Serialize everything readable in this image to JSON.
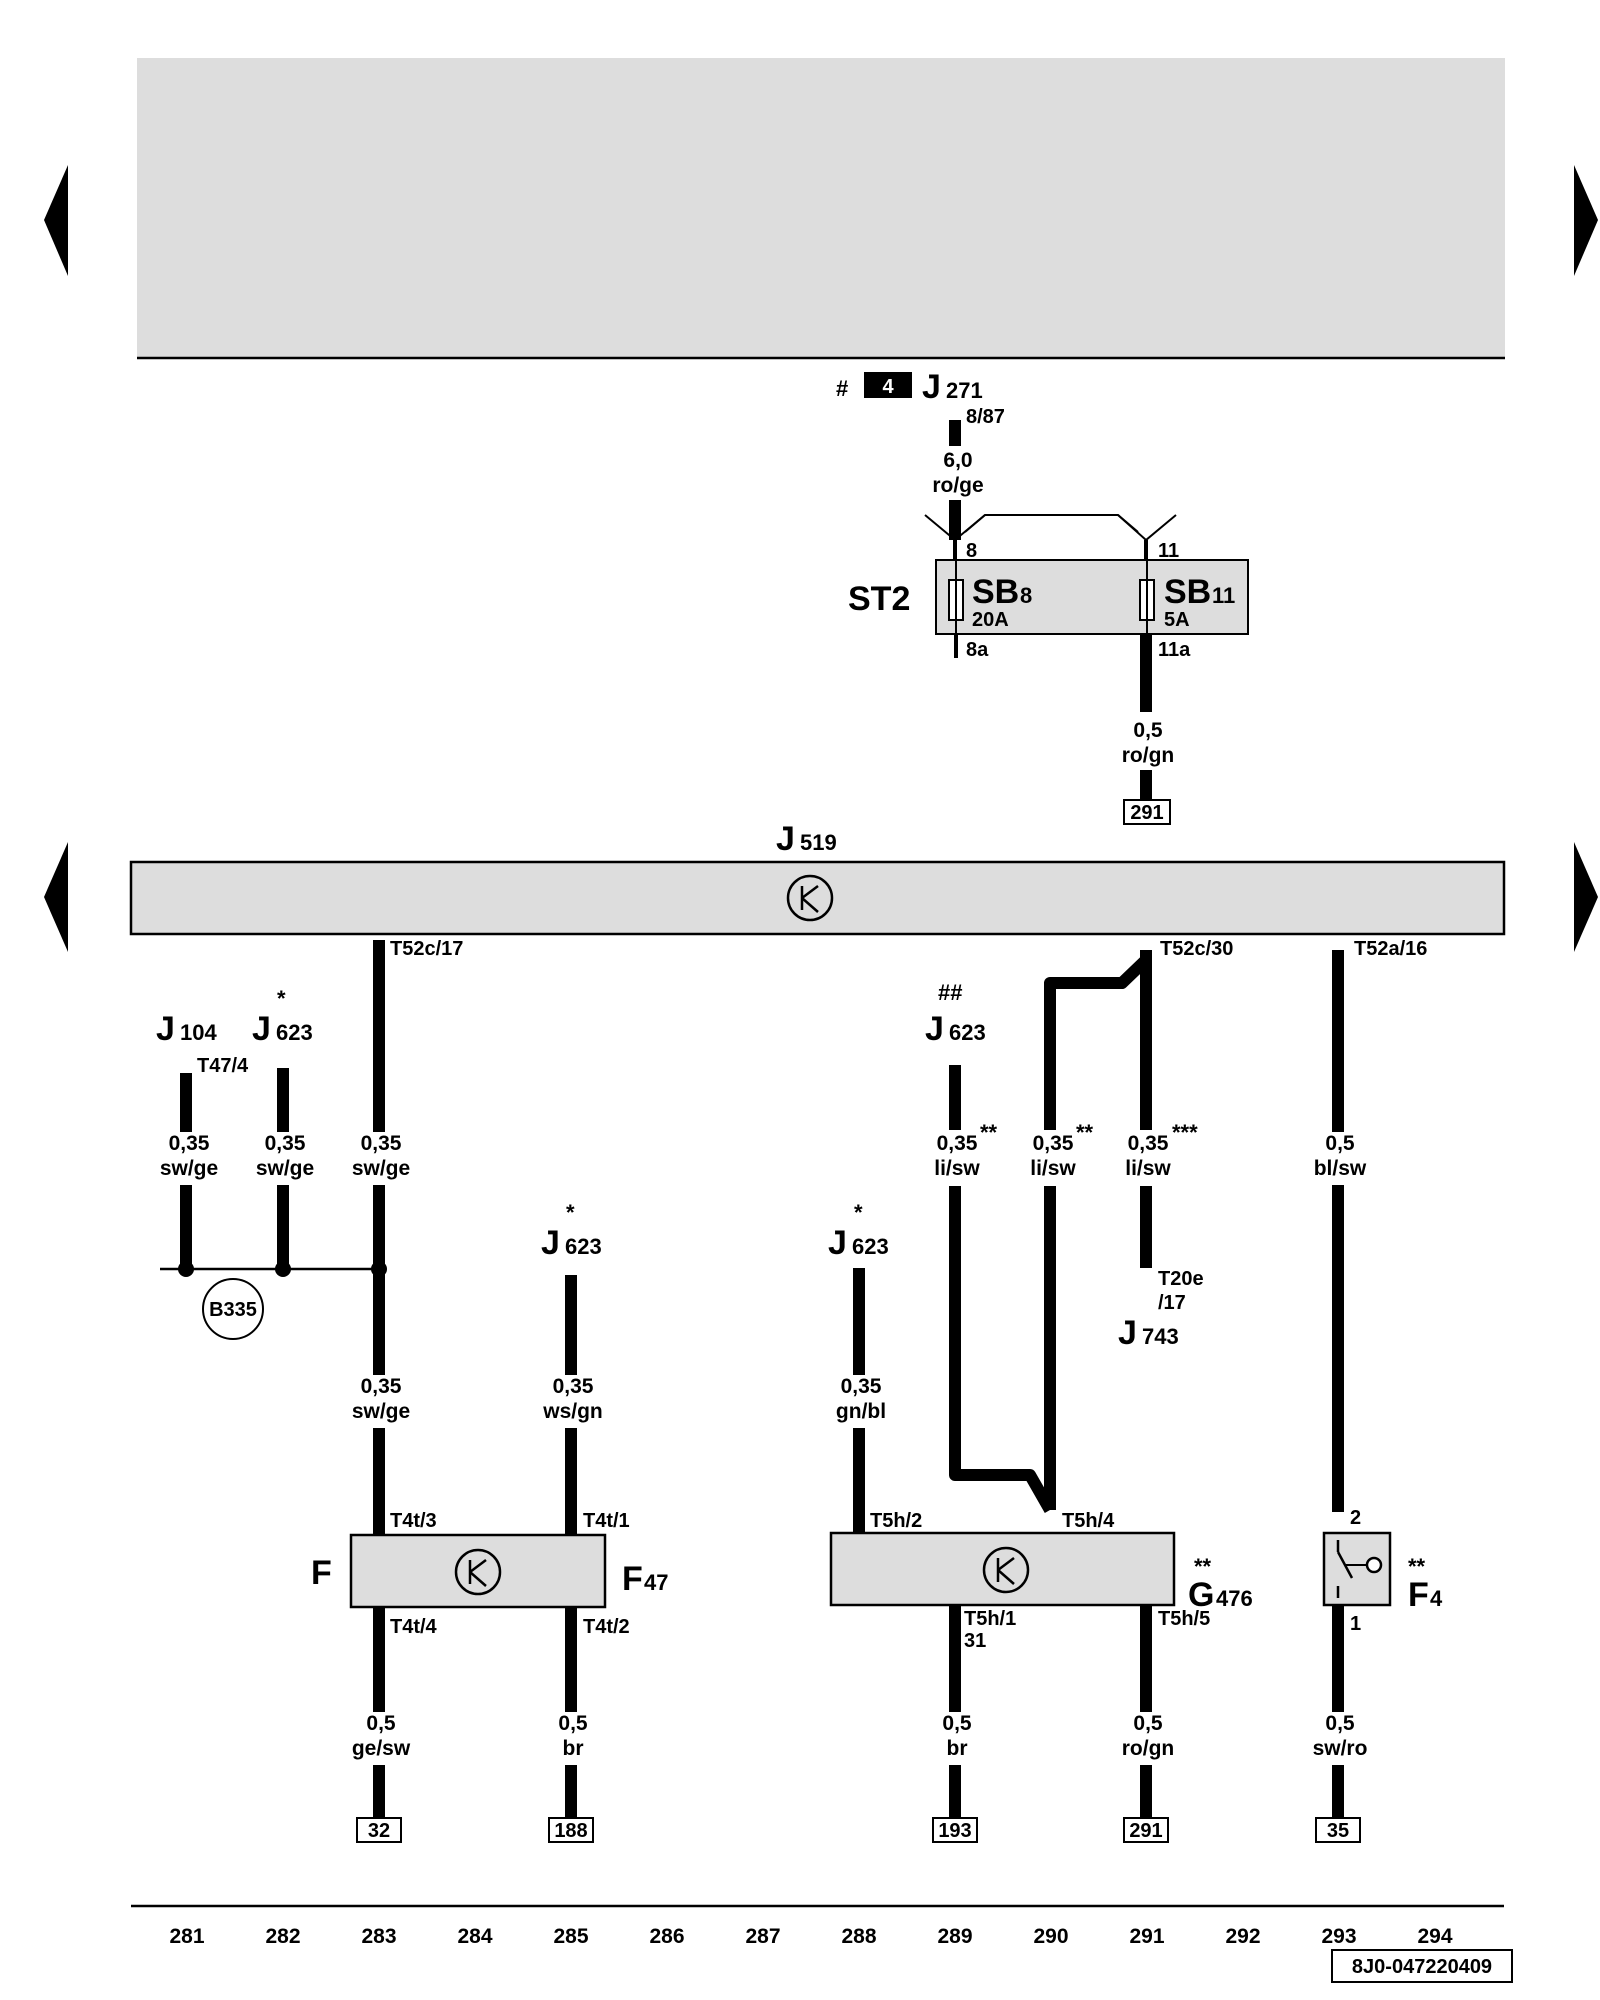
{
  "top_connector": {
    "hash": "#",
    "box_number": "4",
    "component": "J",
    "component_sub": "271",
    "pin": "8/87",
    "wire_size": "6,0",
    "wire_color": "ro/ge"
  },
  "fuse_block": {
    "name": "ST2",
    "pin_left_top": "8",
    "pin_right_top": "11",
    "fuse1_label": "SB",
    "fuse1_sub": "8",
    "fuse1_rating": "20A",
    "fuse2_label": "SB",
    "fuse2_sub": "11",
    "fuse2_rating": "5A",
    "pin_left_bottom": "8a",
    "pin_right_bottom": "11a",
    "out_wire_size": "0,5",
    "out_wire_color": "ro/gn",
    "out_ref": "291"
  },
  "control_unit": {
    "name": "J",
    "sub": "519",
    "pin_a": "T52c/17",
    "pin_b": "T52c/30",
    "pin_c": "T52a/16"
  },
  "left_group": {
    "j104": "J",
    "j104_sub": "104",
    "j104_pin": "T47/4",
    "j623a_star": "*",
    "j623a": "J",
    "j623a_sub": "623",
    "w1_size": "0,35",
    "w1_color": "sw/ge",
    "w2_size": "0,35",
    "w2_color": "sw/ge",
    "w3_size": "0,35",
    "w3_color": "sw/ge",
    "splice": "B335",
    "w4_size": "0,35",
    "w4_color": "sw/ge",
    "j623b_star": "*",
    "j623b": "J",
    "j623b_sub": "623",
    "w5_size": "0,35",
    "w5_color": "ws/gn"
  },
  "middle_group": {
    "j623c_hash": "##",
    "j623c": "J",
    "j623c_sub": "623",
    "w6_size": "0,35",
    "w6_star": "**",
    "w6_color": "li/sw",
    "w7_size": "0,35",
    "w7_star": "**",
    "w7_color": "li/sw",
    "w8_size": "0,35",
    "w8_star": "***",
    "w8_color": "li/sw",
    "j743_pin1": "T20e",
    "j743_pin2": "/17",
    "j743": "J",
    "j743_sub": "743",
    "j623d_star": "*",
    "j623d": "J",
    "j623d_sub": "623",
    "w9_size": "0,35",
    "w9_color": "gn/bl",
    "w10_size": "0,5",
    "w10_color": "bl/sw"
  },
  "sensor_f": {
    "name_left": "F",
    "name_right": "F",
    "name_right_sub": "47",
    "pin_t3": "T4t/3",
    "pin_t1": "T4t/1",
    "pin_t4": "T4t/4",
    "pin_t2": "T4t/2",
    "out1_size": "0,5",
    "out1_color": "ge/sw",
    "out1_ref": "32",
    "out2_size": "0,5",
    "out2_color": "br",
    "out2_ref": "188"
  },
  "sensor_g": {
    "star": "**",
    "name": "G",
    "name_sub": "476",
    "pin_2": "T5h/2",
    "pin_4": "T5h/4",
    "pin_1": "T5h/1",
    "pin_1b": "31",
    "pin_5": "T5h/5",
    "out1_size": "0,5",
    "out1_color": "br",
    "out1_ref": "193",
    "out2_size": "0,5",
    "out2_color": "ro/gn",
    "out2_ref": "291"
  },
  "switch_f4": {
    "star": "**",
    "name": "F",
    "name_sub": "4",
    "pin_top": "2",
    "pin_bottom": "1",
    "out_size": "0,5",
    "out_color": "sw/ro",
    "out_ref": "35"
  },
  "current_tracks": [
    "281",
    "282",
    "283",
    "284",
    "285",
    "286",
    "287",
    "288",
    "289",
    "290",
    "291",
    "292",
    "293",
    "294"
  ],
  "doc_ref": "8J0-047220409",
  "colors": {
    "panel": "#dddddd",
    "wire": "#000000",
    "background": "#ffffff"
  },
  "icons": [
    "triangle-left-icon",
    "triangle-right-icon",
    "transistor-icon",
    "fuse-icon",
    "switch-icon"
  ]
}
